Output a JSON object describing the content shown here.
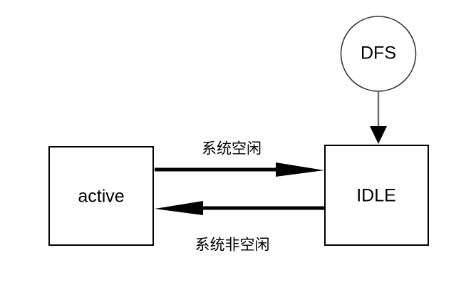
{
  "diagram": {
    "title": "DFS system idle state transition diagram",
    "background_color": "#ffffff",
    "nodes": [
      {
        "id": "dfs",
        "label": "DFS",
        "shape": "circle",
        "stroke_color": "#3a3a3a",
        "fill_color": "#ffffff"
      },
      {
        "id": "active",
        "label": "active",
        "shape": "rectangle",
        "stroke_color": "#000000",
        "fill_color": "#ffffff"
      },
      {
        "id": "idle",
        "label": "IDLE",
        "shape": "rectangle",
        "stroke_color": "#000000",
        "fill_color": "#ffffff"
      }
    ],
    "edges": [
      {
        "id": "dfs-to-idle",
        "from": "dfs",
        "to": "idle",
        "label": "",
        "style": "thin",
        "direction": "down",
        "color": "#6b6b6b"
      },
      {
        "id": "active-to-idle",
        "from": "active",
        "to": "idle",
        "label": "系统空闲",
        "style": "thick",
        "direction": "right",
        "color": "#000000"
      },
      {
        "id": "idle-to-active",
        "from": "idle",
        "to": "active",
        "label": "系统非空闲",
        "style": "thick",
        "direction": "left",
        "color": "#000000"
      }
    ]
  }
}
